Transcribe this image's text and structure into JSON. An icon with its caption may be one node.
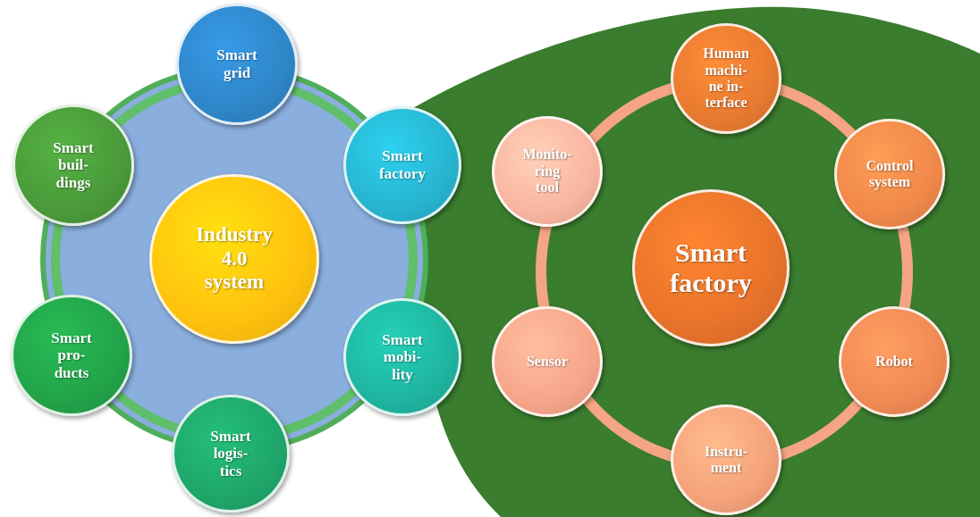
{
  "diagram": {
    "nodes": [
      {
        "text": [
          "Industry 4.0 system"
        ]
      },
      {
        "text": [
          "Smart grid"
        ]
      },
      {
        "text": [
          "Smart factory"
        ]
      },
      {
        "text": [
          "Smart mobi- lity"
        ]
      },
      {
        "text": [
          "Smart logis- tics"
        ]
      },
      {
        "text": [
          "Smart pro- ducts"
        ]
      },
      {
        "text": [
          "Smart buil- dings"
        ]
      },
      {
        "text": [
          "Smart factory"
        ]
      },
      {
        "text": [
          "Human machi- ne in- terface"
        ]
      },
      {
        "text": [
          "Control system"
        ]
      },
      {
        "text": [
          "Robot"
        ]
      },
      {
        "text": [
          "Instru- ment"
        ]
      },
      {
        "text": [
          "Sensor"
        ]
      },
      {
        "text": [
          "Monito- ring tool"
        ]
      }
    ]
  }
}
